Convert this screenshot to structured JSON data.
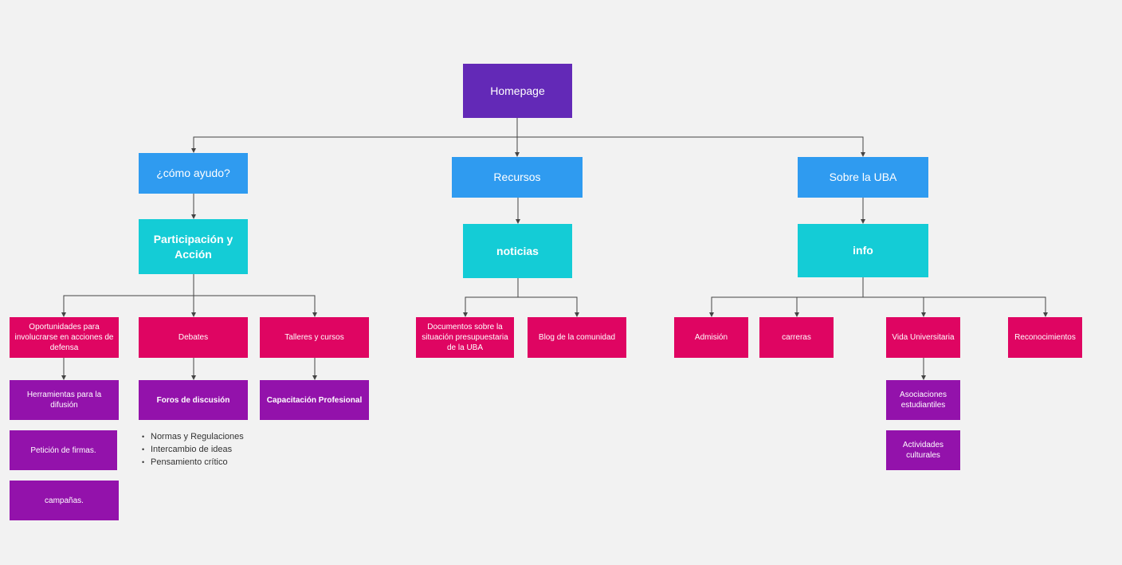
{
  "colors": {
    "background": "#f2f2f2",
    "root": "#6329b7",
    "level1": "#2f9bf0",
    "level2": "#14ccd6",
    "level3": "#df0562",
    "level4": "#9312ab",
    "connector": "#444444"
  },
  "nodes": {
    "homepage": "Homepage",
    "como_ayudo": "¿cómo ayudo?",
    "recursos": "Recursos",
    "sobre_uba": "Sobre la UBA",
    "participacion": "Participación y Acción",
    "noticias": "noticias",
    "info": "info",
    "oportunidades": "Oportunidades para involucrarse en acciones de defensa",
    "debates": "Debates",
    "talleres": "Talleres y cursos",
    "documentos": "Documentos sobre la situación presupuestaria de la UBA",
    "blog": "Blog de la comunidad",
    "admision": "Admisión",
    "carreras": "carreras",
    "vida": "Vida Universitaria",
    "reconocimientos": "Reconocimientos",
    "herramientas": "Herramientas para la difusión",
    "peticion": "Petición de firmas.",
    "campanas": "campañas.",
    "foros": "Foros de discusión",
    "capacitacion": "Capacitación Profesional",
    "asociaciones": "Asociaciones estudiantiles",
    "actividades": "Actividades culturales"
  },
  "foros_list": [
    "Normas y Regulaciones",
    "Intercambio de ideas",
    "Pensamiento crítico"
  ]
}
